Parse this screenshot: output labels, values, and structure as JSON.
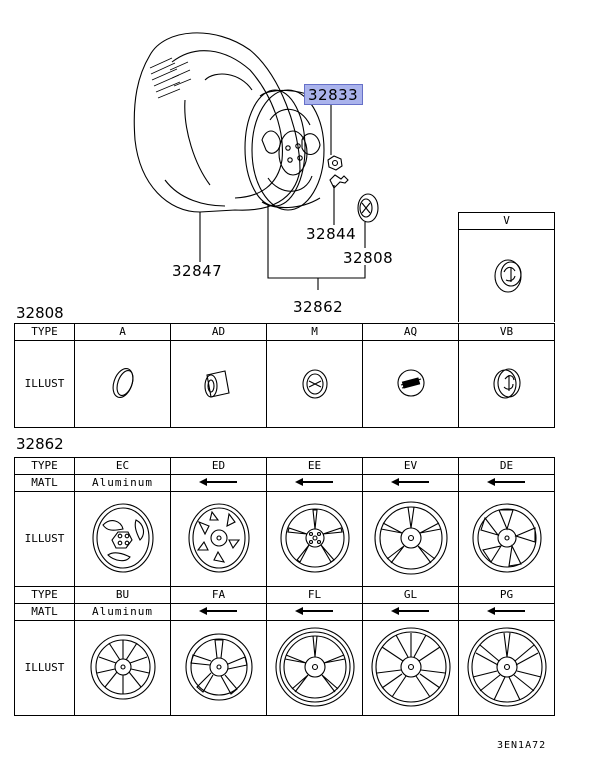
{
  "callouts": {
    "nut": "32833",
    "lock": "32844",
    "cap": "32808",
    "tire": "32847",
    "wheel": "32862"
  },
  "sections": {
    "caps": {
      "title": "32808",
      "type_label": "TYPE",
      "illust_label": "ILLUST",
      "types": [
        "A",
        "AD",
        "M",
        "AQ",
        "VB"
      ],
      "extra_type": "V"
    },
    "wheels": {
      "title": "32862",
      "type_label": "TYPE",
      "matl_label": "MATL",
      "illust_label": "ILLUST",
      "row1_types": [
        "EC",
        "ED",
        "EE",
        "EV",
        "DE"
      ],
      "row1_material": "Aluminum",
      "row2_types": [
        "BU",
        "FA",
        "FL",
        "GL",
        "PG"
      ],
      "row2_material": "Aluminum"
    }
  },
  "footer_code": "3EN1A72",
  "colors": {
    "highlight": "#aab3ec"
  }
}
